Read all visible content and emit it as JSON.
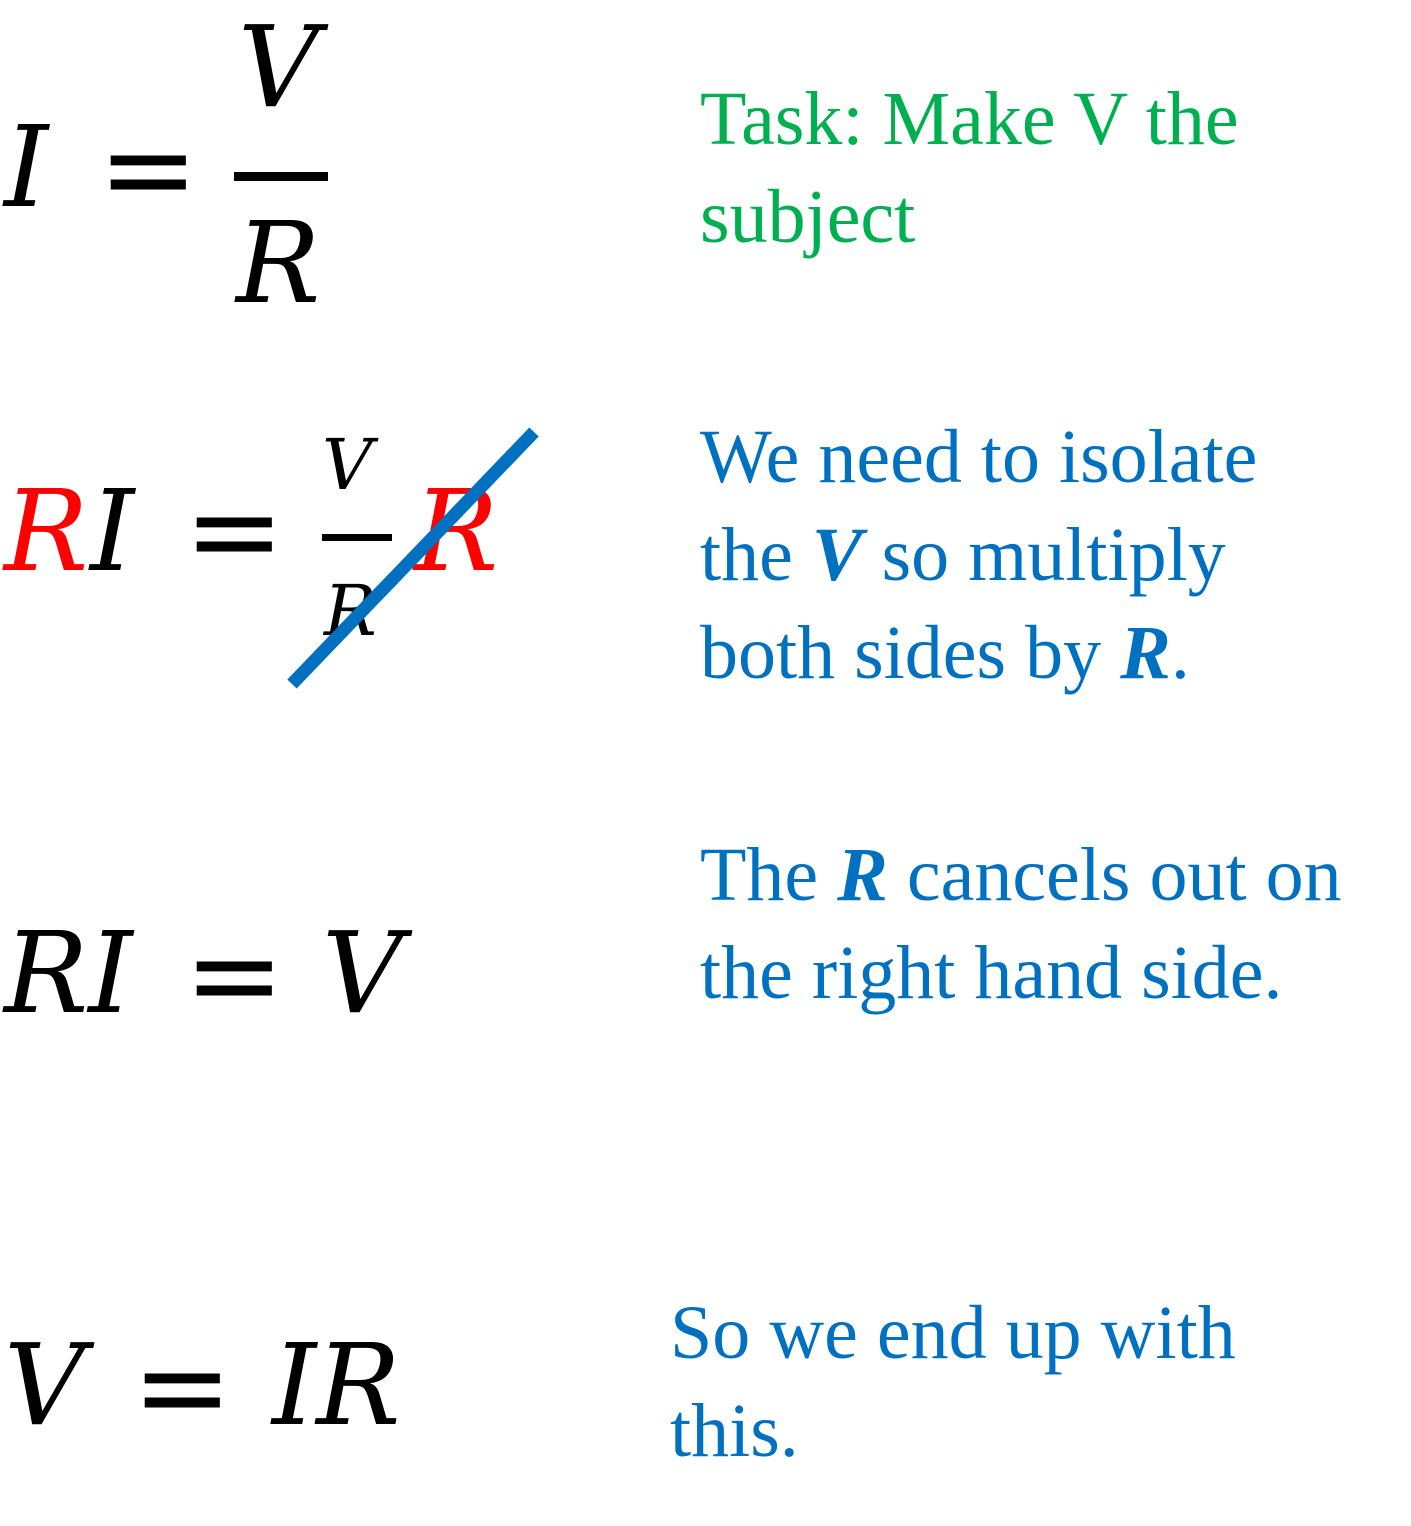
{
  "steps": [
    {
      "equation": {
        "lhs": "I",
        "eq": "=",
        "numerator": "V",
        "denominator": "R"
      },
      "note": {
        "text": "Task: Make V the subject"
      }
    },
    {
      "equation": {
        "lhs_red": "R",
        "lhs": "I",
        "eq": "=",
        "numerator": "V",
        "denominator": "R",
        "multiplier": "R"
      },
      "note": {
        "part1": "We need to isolate the ",
        "var1": "V",
        "part2": " so multiply both sides by ",
        "var2": "R",
        "part3": "."
      }
    },
    {
      "equation": {
        "lhs": "RI",
        "eq": "=",
        "rhs": "V"
      },
      "note": {
        "part1": "The ",
        "var1": "R",
        "part2": " cancels out on the right hand side."
      }
    },
    {
      "equation": {
        "lhs": "V",
        "eq": "=",
        "rhs": "IR"
      },
      "note": {
        "text": "So we end up with this."
      }
    }
  ],
  "colors": {
    "note_green": "#00b050",
    "note_blue": "#0070c0",
    "highlight_red": "#ff0000",
    "strike_blue": "#0070c0"
  }
}
